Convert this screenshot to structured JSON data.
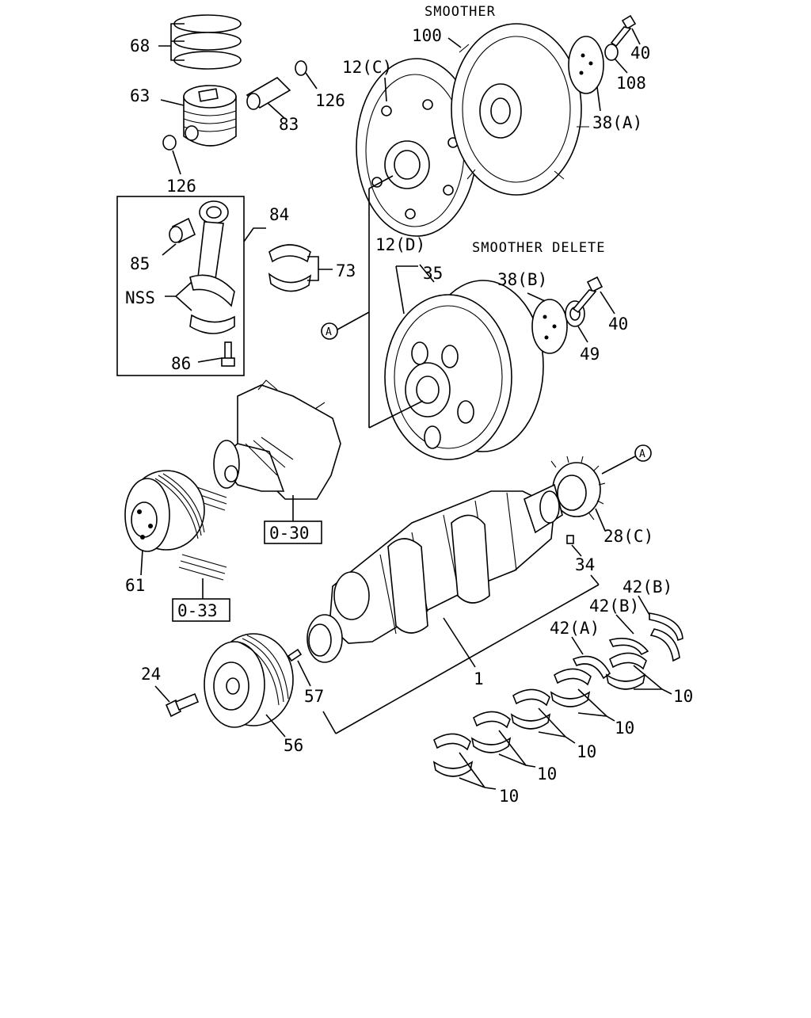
{
  "headers": {
    "smoother": "SMOOTHER",
    "smoother_delete": "SMOOTHER DELETE"
  },
  "callouts": {
    "p68": "68",
    "p63": "63",
    "p83": "83",
    "p126a": "126",
    "p126b": "126",
    "p84": "84",
    "p85": "85",
    "nss": "NSS",
    "p86": "86",
    "p73": "73",
    "p12c": "12(C)",
    "p100": "100",
    "p40a": "40",
    "p108": "108",
    "p38a": "38(A)",
    "p12d": "12(D)",
    "p35": "35",
    "p38b": "38(B)",
    "p40b": "40",
    "p49": "49",
    "p28c": "28(C)",
    "p34": "34",
    "p61": "61",
    "p1": "1",
    "p42b1": "42(B)",
    "p42b2": "42(B)",
    "p42a": "42(A)",
    "p10a": "10",
    "p10b": "10",
    "p10c": "10",
    "p10d": "10",
    "p10e": "10",
    "p24": "24",
    "p57": "57",
    "p56": "56"
  },
  "refs": {
    "ref030": "0-30",
    "ref033": "0-33"
  },
  "markers": {
    "a1": "A",
    "a2": "A"
  }
}
